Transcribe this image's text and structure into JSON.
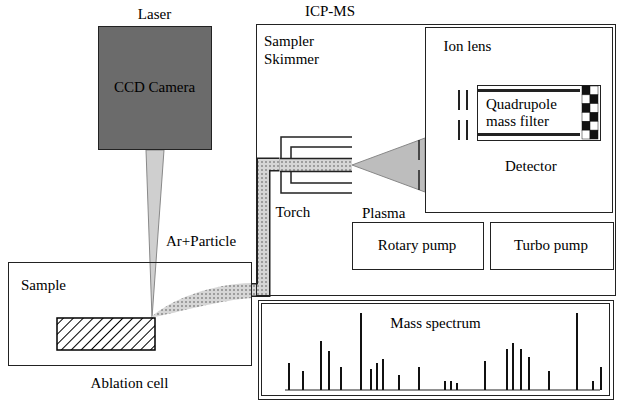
{
  "diagram": {
    "nodes": [
      {
        "text": [
          "Laser",
          "CCD Camera"
        ]
      },
      {
        "text": [
          "Sample",
          "Ablation cell"
        ]
      },
      {
        "text": [
          "ICP-MS"
        ]
      },
      {
        "text": [
          "Torch"
        ],
        "in": 2
      },
      {
        "text": [
          "Ion lens"
        ],
        "in": 2
      },
      {
        "text": [
          "Quadrupole mass filter"
        ],
        "in": 4
      },
      {
        "text": [
          "Rotary pump"
        ],
        "in": 2
      },
      {
        "text": [
          "Turbo pump"
        ],
        "in": 2
      },
      {
        "text": [
          "Mass spectrum"
        ]
      }
    ],
    "edges": [
      {
        "from": 1,
        "to": 3,
        "arrow": "none"
      }
    ],
    "labels": [
      "Sampler",
      "Skimmer",
      "Plasma",
      "Detector",
      "Ar+Particle"
    ]
  }
}
